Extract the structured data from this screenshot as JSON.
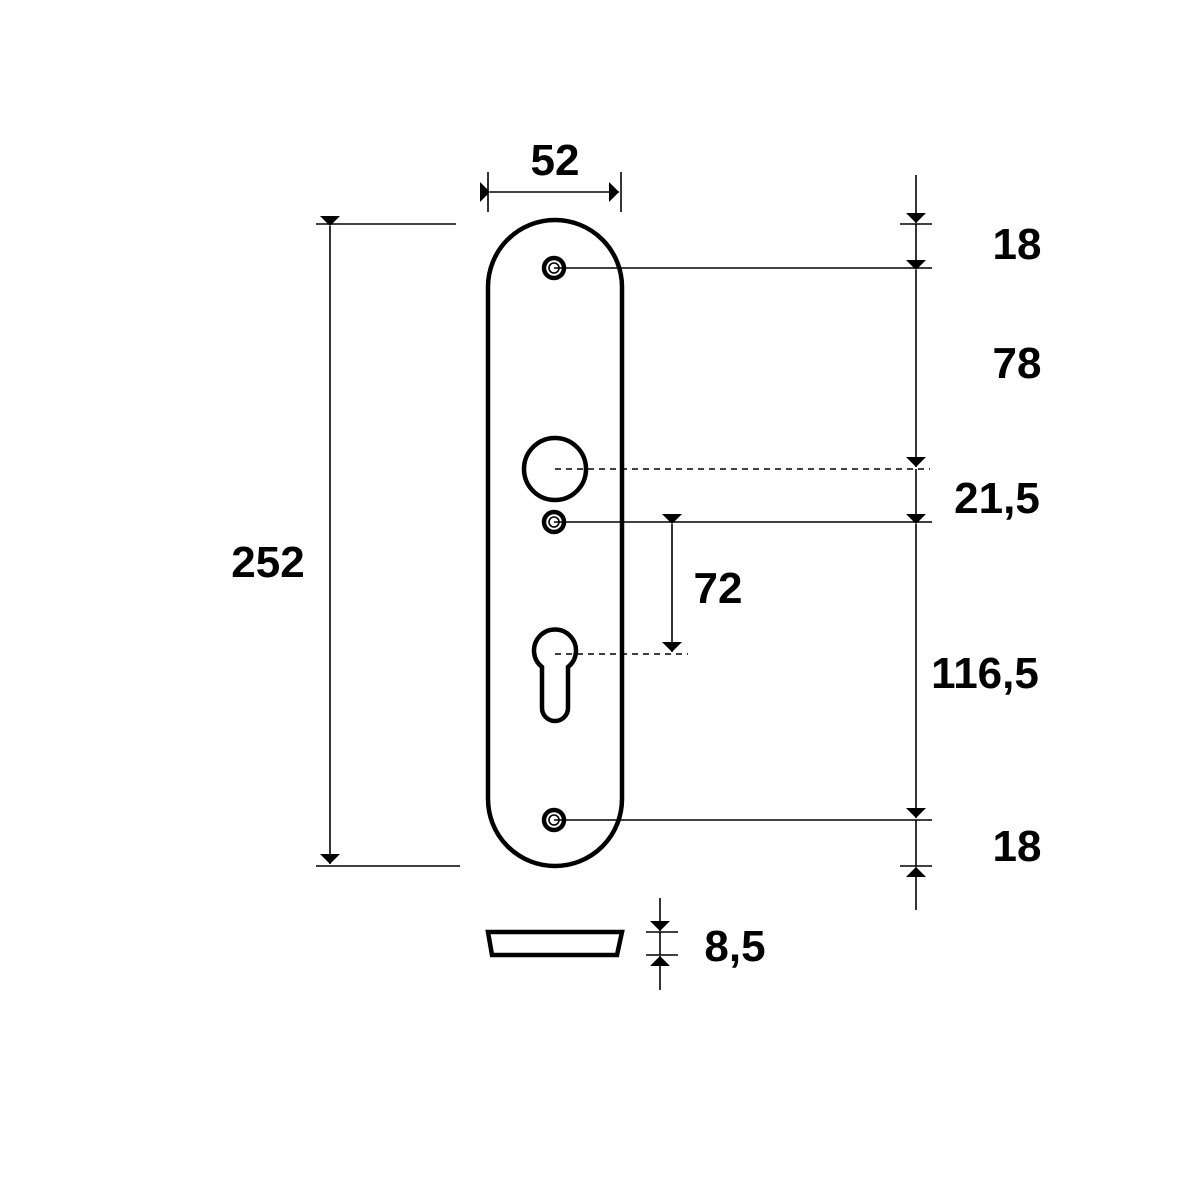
{
  "dimensions": {
    "width": "52",
    "height": "252",
    "top_to_screw": "18",
    "screw_to_handle": "78",
    "handle_to_screw": "21,5",
    "screw_to_bottom_screw": "116,5",
    "bottom_screw_to_edge": "18",
    "distance_handle_keyhole": "72",
    "thickness": "8,5"
  },
  "colors": {
    "line": "#000000",
    "background": "#ffffff"
  }
}
